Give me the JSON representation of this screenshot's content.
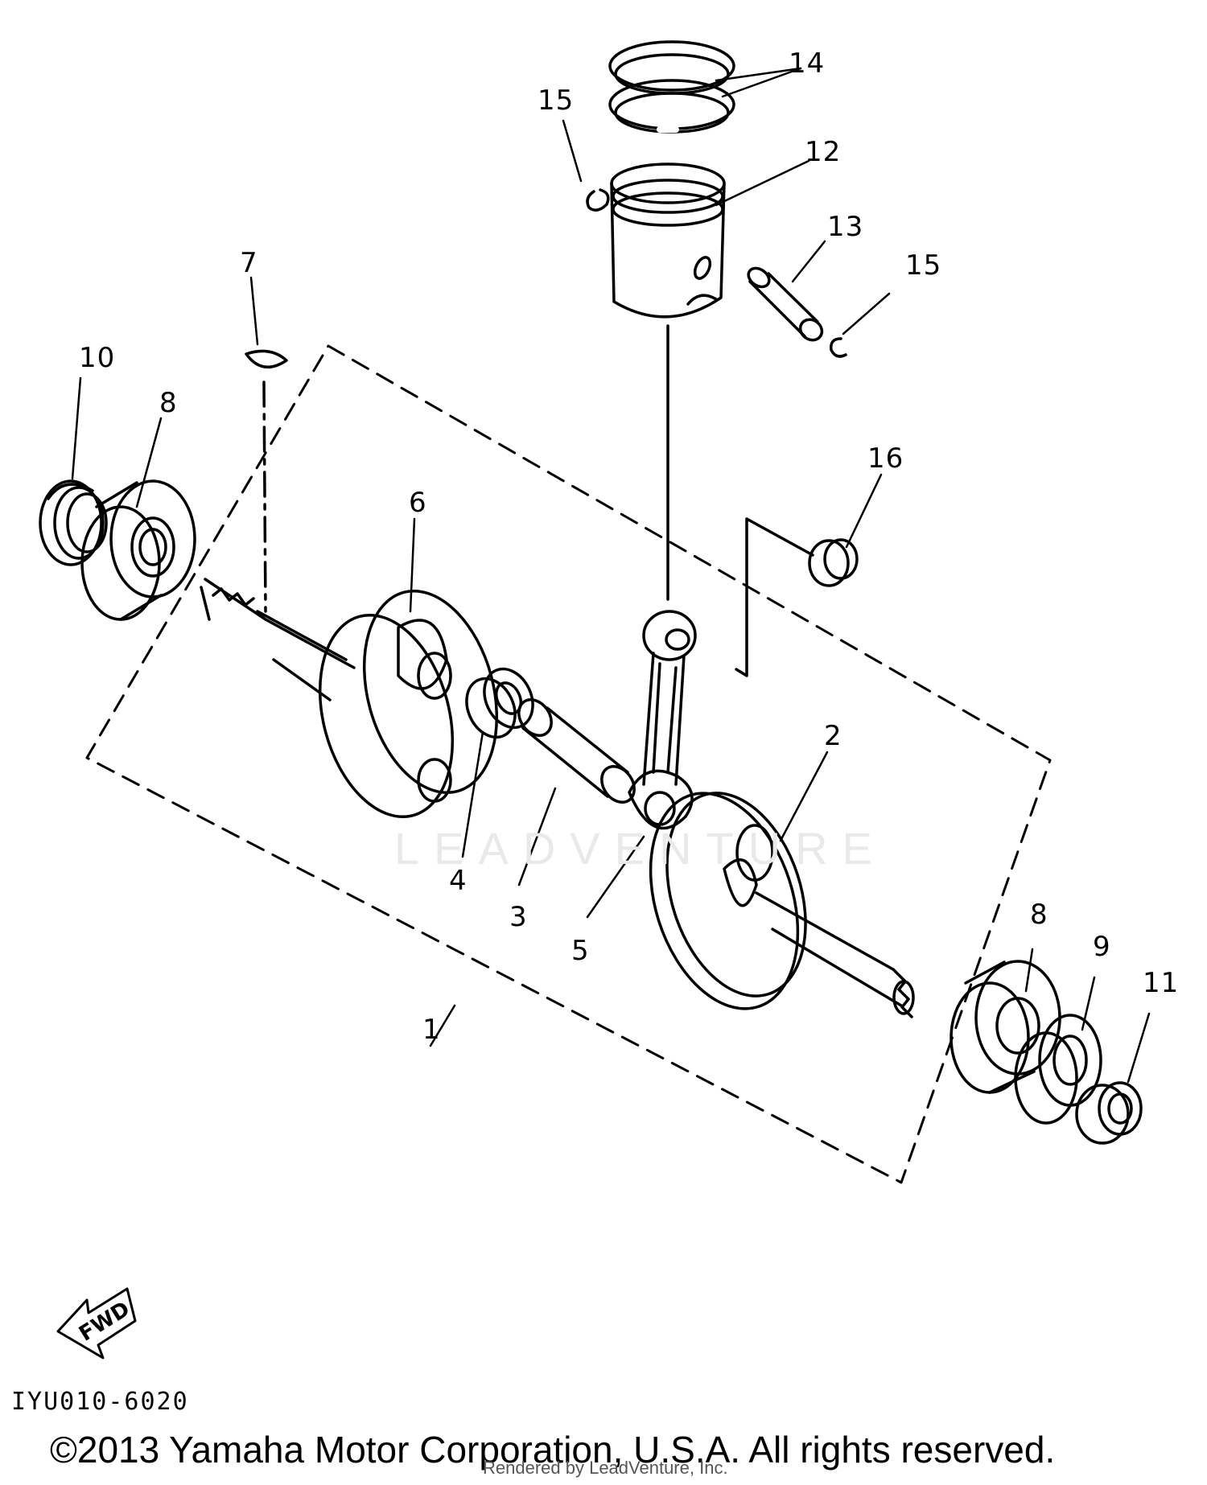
{
  "callouts": {
    "c1": "1",
    "c2": "2",
    "c3": "3",
    "c4": "4",
    "c5": "5",
    "c6": "6",
    "c7": "7",
    "c8a": "8",
    "c8b": "8",
    "c9": "9",
    "c10": "10",
    "c11": "11",
    "c12": "12",
    "c13": "13",
    "c14": "14",
    "c15a": "15",
    "c15b": "15",
    "c16": "16"
  },
  "fwd_label": "FWD",
  "diagram_code": "IYU010-6020",
  "copyright": "©2013 Yamaha Motor Corporation, U.S.A. All rights reserved.",
  "render_credit": "Rendered by LeadVenture, Inc.",
  "watermark_brand": "LEADVENTURE",
  "colors": {
    "line": "#000000",
    "background": "#ffffff",
    "watermark": "#e9e9e9"
  }
}
